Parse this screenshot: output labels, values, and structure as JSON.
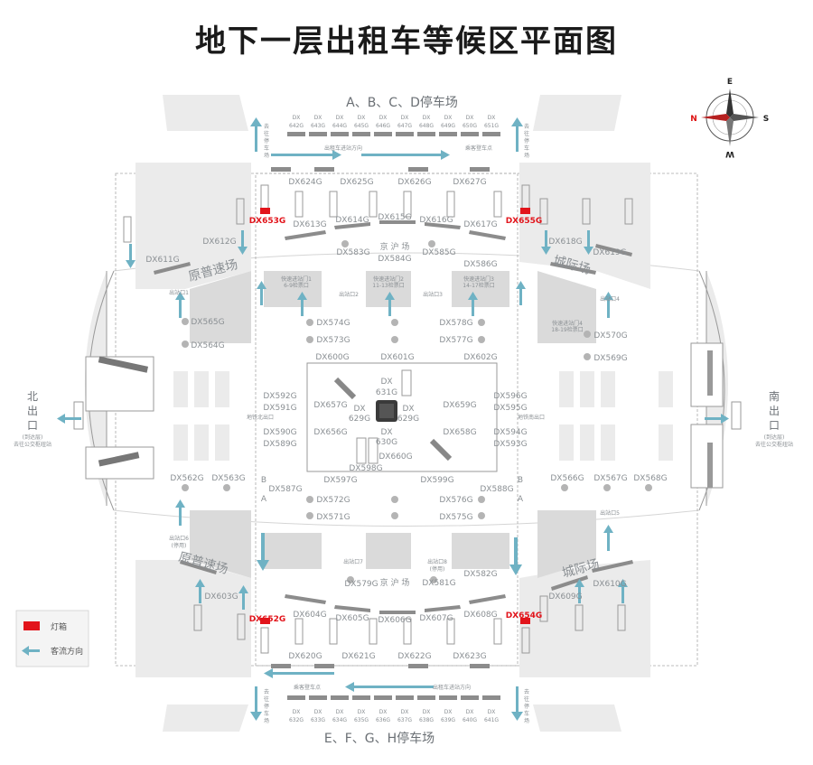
{
  "title": "地下一层出租车等候区平面图",
  "compass": {
    "n": "N",
    "e": "E",
    "s": "S",
    "w": "W"
  },
  "regions": {
    "parking_top": "A、B、C、D停车场",
    "parking_bottom": "E、F、G、H停车场",
    "north_exit": [
      "北",
      "出",
      "口"
    ],
    "south_exit": [
      "南",
      "出",
      "口"
    ],
    "north_exit_note": [
      "(到达层)",
      "去往公交枢纽站"
    ],
    "south_exit_note": [
      "(到达层)",
      "去往公交枢纽站"
    ],
    "yuanpu_top": "原普速场",
    "yuanpu_bottom": "原普速场",
    "chengji_top": "城际场",
    "chengji_bottom": "城际场",
    "jinghu_top": "京 沪 场",
    "jinghu_bottom": "京 沪 场",
    "taxi_dir_top": "出租车进站方向",
    "taxi_dir_bottom": "出租车进站方向",
    "board_top_right": "乘客登车点",
    "board_bottom_left": "乘客登车点",
    "to_taxi_pos": [
      "去",
      "往",
      "停",
      "车",
      "场"
    ]
  },
  "labels": {
    "top_codes": [
      "642G",
      "643G",
      "644G",
      "645G",
      "646G",
      "647G",
      "648G",
      "649G",
      "650G",
      "651G"
    ],
    "bottom_codes": [
      "632G",
      "633G",
      "634G",
      "635G",
      "636G",
      "637G",
      "638G",
      "639G",
      "640G",
      "641G"
    ],
    "dx": "DX",
    "row1": [
      "DX624G",
      "DX625G",
      "DX626G",
      "DX627G"
    ],
    "row2": [
      "DX613G",
      "DX614G",
      "DX615G",
      "DX616G",
      "DX617G"
    ],
    "row3": [
      "DX583G",
      "DX584G",
      "DX585G",
      "DX586G"
    ],
    "left_top": [
      "DX611G",
      "DX612G"
    ],
    "right_top": [
      "DX618G",
      "DX619G"
    ],
    "mid_left": [
      "DX565G",
      "DX564G",
      "DX574G",
      "DX573G"
    ],
    "mid_right": [
      "DX578G",
      "DX577G",
      "DX570G",
      "DX569G"
    ],
    "center_top": [
      "DX600G",
      "DX601G",
      "DX602G"
    ],
    "center_left": [
      "DX592G",
      "DX591G",
      "DX590G",
      "DX589G"
    ],
    "center_right": [
      "DX596G",
      "DX595G",
      "DX594G",
      "DX593G"
    ],
    "center_inner": [
      "DX657G",
      "DX656G",
      "DX659G",
      "DX658G"
    ],
    "center_core": [
      "DX",
      "631G",
      "DX",
      "629G",
      "DX",
      "630G",
      "DX",
      "629G"
    ],
    "center_bottom": [
      "DX660G",
      "DX598G",
      "DX597G",
      "DX599G"
    ],
    "row_lower": [
      "DX562G",
      "DX563G",
      "DX587G",
      "DX588G",
      "DX566G",
      "DX567G",
      "DX568G"
    ],
    "lower_left": [
      "DX572G",
      "DX571G"
    ],
    "lower_right": [
      "DX576G",
      "DX575G"
    ],
    "bottom_mid": [
      "DX579G",
      "DX581G",
      "DX582G"
    ],
    "bottom_left": [
      "DX603G"
    ],
    "bottom_right": [
      "DX609G",
      "DX610G"
    ],
    "bottom_row2": [
      "DX604G",
      "DX605G",
      "DX606G",
      "DX607G",
      "DX608G"
    ],
    "bottom_row3": [
      "DX620G",
      "DX621G",
      "DX622G",
      "DX623G"
    ],
    "red_codes": [
      "DX653G",
      "DX655G",
      "DX652G",
      "DX654G"
    ],
    "exits": [
      "出站口1",
      "出站口2",
      "出站口3",
      "出站口4",
      "出站口5",
      "出站口6",
      "出站口7",
      "出站口8"
    ],
    "exit_notes": [
      "(停用)",
      "(停用)"
    ],
    "waits": [
      "快速进站门1",
      "6-9检票口",
      "快速进站门2",
      "11-13检票口",
      "快速进站门3",
      "14-17检票口",
      "快速进站门4",
      "18-19检票口"
    ],
    "subway": [
      "地铁北出口",
      "地铁南出口"
    ],
    "misc": [
      "地铁南出口",
      "乘客登车点"
    ],
    "ab": [
      "B",
      "A",
      "B",
      "A"
    ]
  },
  "legend": {
    "light_box": "灯箱",
    "flow": "客流方向"
  },
  "colors": {
    "red": "#e2141b",
    "arrow": "#6fb2c4",
    "block": "#ebebeb",
    "text": "#8a8f93"
  }
}
